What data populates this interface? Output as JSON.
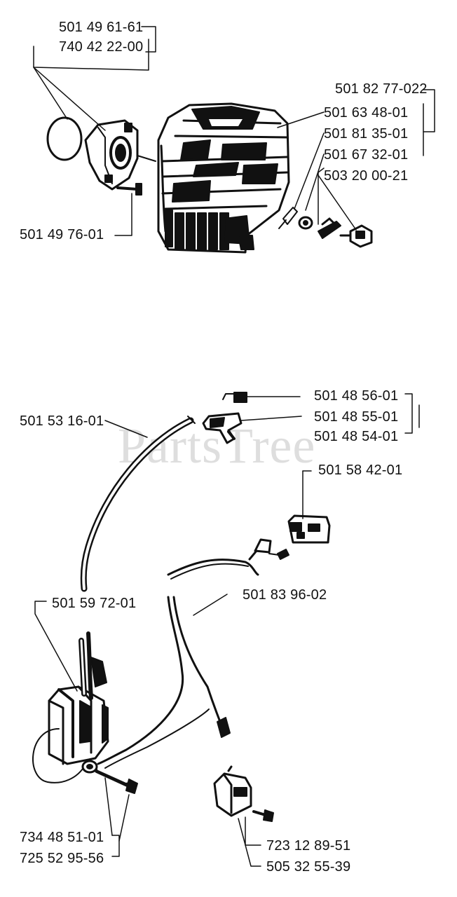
{
  "watermark": "PartsTree",
  "colors": {
    "ink": "#111111",
    "watermark": "#d9d9d9",
    "background": "#ffffff"
  },
  "cylinder_group": {
    "labels": [
      "501 49 61-61",
      "740 42 22-00",
      "501 82 77-022",
      "501 63 48-01",
      "501 81 35-01",
      "501 67 32-01",
      "503 20 00-21",
      "501 49 76-01"
    ]
  },
  "ignition_group": {
    "labels": [
      "501 48 56-01",
      "501 48 55-01",
      "501 48 54-01",
      "501 53 16-01",
      "501 58 42-01",
      "501 59 72-01",
      "501 83 96-02",
      "734 48 51-01",
      "725 52 95-56",
      "723 12 89-51",
      "505 32 55-39"
    ]
  }
}
